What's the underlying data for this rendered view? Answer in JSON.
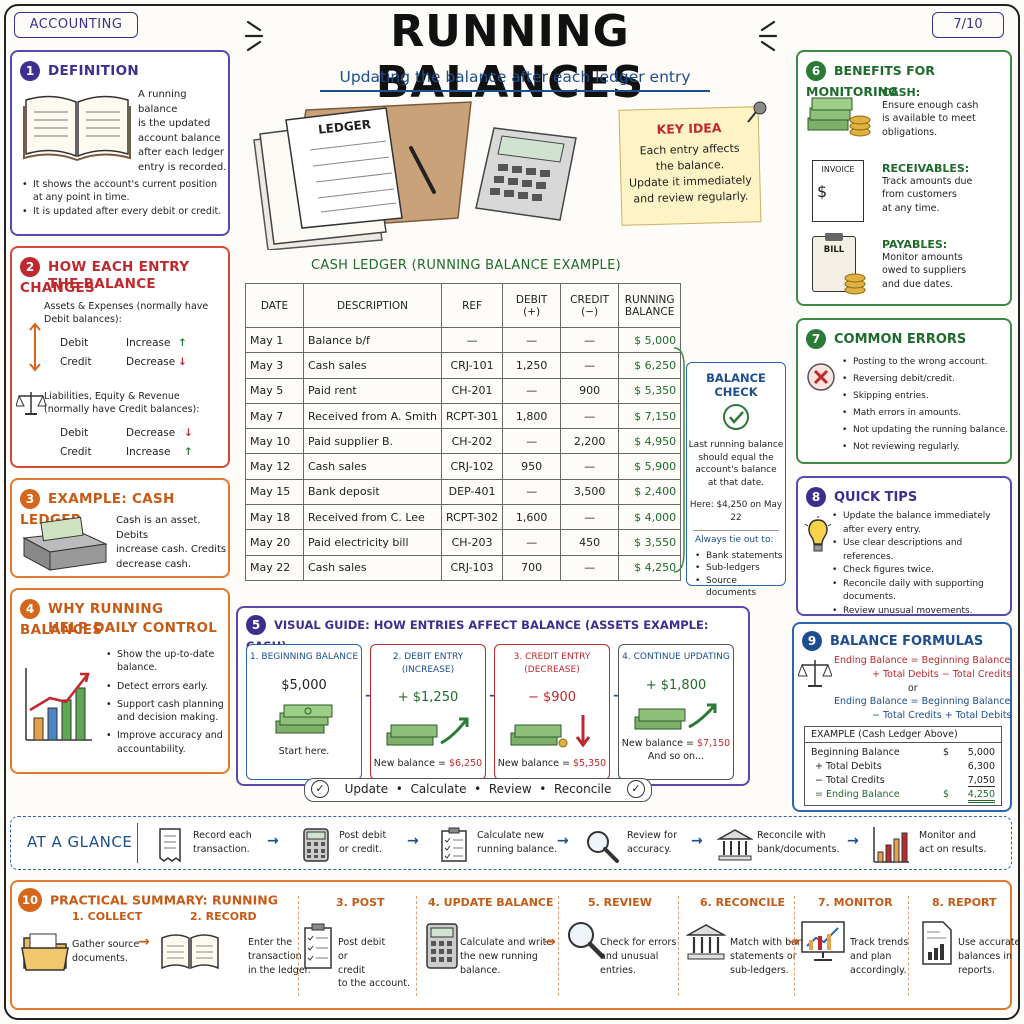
{
  "header": {
    "category": "ACCOUNTING",
    "page": "7/10",
    "title": "RUNNING BALANCES",
    "subtitle": "Updating the balance after each ledger entry"
  },
  "key_idea": {
    "title": "KEY IDEA",
    "lines": [
      "Each entry affects",
      "the balance.",
      "Update it immediately",
      "and review regularly."
    ]
  },
  "illustration": {
    "ledger_label": "LEDGER"
  },
  "sections": {
    "definition": {
      "num": "1",
      "title": "DEFINITION",
      "text": [
        "A running balance",
        "is the updated",
        "account balance",
        "after each ledger",
        "entry is recorded."
      ],
      "bullets": [
        "It shows the account's current position at any point in time.",
        "It is updated after every debit or credit."
      ]
    },
    "changes": {
      "num": "2",
      "title_line1": "HOW EACH ENTRY CHANGES",
      "title_line2": "THE BALANCE",
      "assets_head": "Assets & Expenses (normally have Debit balances):",
      "assets_rows": [
        {
          "label": "Debit",
          "effect": "Increase"
        },
        {
          "label": "Credit",
          "effect": "Decrease"
        }
      ],
      "liab_head": "Liabilities, Equity & Revenue (normally have Credit balances):",
      "liab_rows": [
        {
          "label": "Debit",
          "effect": "Decrease"
        },
        {
          "label": "Credit",
          "effect": "Increase"
        }
      ]
    },
    "example": {
      "num": "3",
      "title": "EXAMPLE: CASH LEDGER",
      "text": [
        "Cash is an asset. Debits",
        "increase cash. Credits",
        "decrease cash."
      ]
    },
    "why": {
      "num": "4",
      "title_line1": "WHY RUNNING BALANCES",
      "title_line2": "HELP DAILY CONTROL",
      "bullets": [
        "Show the up-to-date balance.",
        "Detect errors early.",
        "Support cash planning and decision making.",
        "Improve accuracy and accountability."
      ]
    },
    "visual": {
      "num": "5",
      "title": "VISUAL GUIDE: HOW ENTRIES AFFECT BALANCE (ASSETS EXAMPLE: CASH)",
      "steps": [
        {
          "title": "1. BEGINNING BALANCE",
          "amount": "$5,000",
          "note": "Start here.",
          "note2": ""
        },
        {
          "title": "2. DEBIT ENTRY (INCREASE)",
          "amount": "+ $1,250",
          "note": "New balance = ",
          "note_value": "$6,250",
          "note2": ""
        },
        {
          "title": "3. CREDIT ENTRY (DECREASE)",
          "amount": "− $900",
          "note": "New balance = ",
          "note_value": "$5,350",
          "note2": ""
        },
        {
          "title": "4. CONTINUE UPDATING",
          "amount": "+ $1,800",
          "note": "New balance = ",
          "note_value": "$7,150",
          "note2": "And so on..."
        }
      ],
      "footer": [
        "Update",
        "Calculate",
        "Review",
        "Reconcile"
      ]
    },
    "benefits": {
      "num": "6",
      "title": "BENEFITS FOR MONITORING",
      "items": [
        {
          "head": "CASH:",
          "text": [
            "Ensure enough cash",
            "is available to meet",
            "obligations."
          ],
          "icon": "cash-icon"
        },
        {
          "head": "RECEIVABLES:",
          "text": [
            "Track amounts due",
            "from customers",
            "at any time."
          ],
          "icon": "invoice-icon",
          "icon_label": "INVOICE"
        },
        {
          "head": "PAYABLES:",
          "text": [
            "Monitor amounts",
            "owed to suppliers",
            "and due dates."
          ],
          "icon": "bill-icon",
          "icon_label": "BILL"
        }
      ]
    },
    "errors": {
      "num": "7",
      "title": "COMMON ERRORS",
      "bullets": [
        "Posting to the wrong account.",
        "Reversing debit/credit.",
        "Skipping entries.",
        "Math errors in amounts.",
        "Not updating the running balance.",
        "Not reviewing regularly."
      ]
    },
    "tips": {
      "num": "8",
      "title": "QUICK TIPS",
      "bullets": [
        "Update the balance immediately after every entry.",
        "Use clear descriptions and references.",
        "Check figures twice.",
        "Reconcile daily with supporting documents.",
        "Review unusual movements."
      ]
    },
    "formulas": {
      "num": "9",
      "title": "BALANCE FORMULAS",
      "f1_a": "Ending Balance = Beginning Balance",
      "f1_b": "+ Total Debits − Total Credits",
      "or": "or",
      "f2_a": "Ending Balance = Beginning Balance",
      "f2_b": "− Total Credits + Total Debits",
      "example_title": "EXAMPLE (Cash Ledger Above)",
      "example_rows": [
        {
          "label": "Beginning Balance",
          "cur": "$",
          "value": "5,000"
        },
        {
          "label": "+ Total Debits",
          "cur": "",
          "value": "6,300"
        },
        {
          "label": "− Total Credits",
          "cur": "",
          "value": "7,050"
        },
        {
          "label": "= Ending Balance",
          "cur": "$",
          "value": "4,250"
        }
      ]
    },
    "summary": {
      "num": "10",
      "title": "PRACTICAL SUMMARY: RUNNING",
      "steps": [
        {
          "title": "1. COLLECT",
          "text": [
            "Gather source",
            "documents."
          ]
        },
        {
          "title": "2. RECORD",
          "text": [
            "Enter the",
            "transaction",
            "in the ledger."
          ]
        },
        {
          "title": "3. POST",
          "text": [
            "Post debit",
            "or",
            "credit",
            "to the account."
          ]
        },
        {
          "title": "4. UPDATE BALANCE",
          "text": [
            "Calculate and write",
            "the new running",
            "balance."
          ]
        },
        {
          "title": "5. REVIEW",
          "text": [
            "Check for errors",
            "and unusual",
            "entries."
          ]
        },
        {
          "title": "6. RECONCILE",
          "text": [
            "Match with bank",
            "statements or",
            "sub-ledgers."
          ]
        },
        {
          "title": "7. MONITOR",
          "text": [
            "Track trends",
            "and plan",
            "accordingly."
          ]
        },
        {
          "title": "8. REPORT",
          "text": [
            "Use accurate",
            "balances in",
            "reports."
          ]
        }
      ]
    }
  },
  "ledger": {
    "title": "CASH LEDGER (RUNNING BALANCE EXAMPLE)",
    "headers": [
      "DATE",
      "DESCRIPTION",
      "REF",
      "DEBIT (+)",
      "CREDIT (−)",
      "RUNNING BALANCE"
    ],
    "rows": [
      {
        "date": "May 1",
        "desc": "Balance b/f",
        "ref": "—",
        "debit": "—",
        "credit": "—",
        "balance": "$ 5,000"
      },
      {
        "date": "May 3",
        "desc": "Cash sales",
        "ref": "CRJ-101",
        "debit": "1,250",
        "credit": "—",
        "balance": "$ 6,250"
      },
      {
        "date": "May 5",
        "desc": "Paid rent",
        "ref": "CH-201",
        "debit": "—",
        "credit": "900",
        "balance": "$ 5,350"
      },
      {
        "date": "May 7",
        "desc": "Received from A. Smith",
        "ref": "RCPT-301",
        "debit": "1,800",
        "credit": "—",
        "balance": "$ 7,150"
      },
      {
        "date": "May 10",
        "desc": "Paid supplier B.",
        "ref": "CH-202",
        "debit": "—",
        "credit": "2,200",
        "balance": "$ 4,950"
      },
      {
        "date": "May 12",
        "desc": "Cash sales",
        "ref": "CRJ-102",
        "debit": "950",
        "credit": "—",
        "balance": "$ 5,900"
      },
      {
        "date": "May 15",
        "desc": "Bank deposit",
        "ref": "DEP-401",
        "debit": "—",
        "credit": "3,500",
        "balance": "$ 2,400"
      },
      {
        "date": "May 18",
        "desc": "Received from C. Lee",
        "ref": "RCPT-302",
        "debit": "1,600",
        "credit": "—",
        "balance": "$ 4,000"
      },
      {
        "date": "May 20",
        "desc": "Paid electricity bill",
        "ref": "CH-203",
        "debit": "—",
        "credit": "450",
        "balance": "$ 3,550"
      },
      {
        "date": "May 22",
        "desc": "Cash sales",
        "ref": "CRJ-103",
        "debit": "700",
        "credit": "—",
        "balance": "$ 4,250"
      }
    ]
  },
  "balance_check": {
    "title": "BALANCE CHECK",
    "text": [
      "Last running balance",
      "should equal the",
      "account's balance",
      "at that date."
    ],
    "here": "Here: $4,250 on May 22",
    "tie_head": "Always tie out to:",
    "tie_items": [
      "Bank statements",
      "Sub-ledgers",
      "Source documents"
    ]
  },
  "glance": {
    "title": "AT A GLANCE",
    "items": [
      {
        "text": [
          "Record each",
          "transaction."
        ]
      },
      {
        "text": [
          "Post debit",
          "or credit."
        ]
      },
      {
        "text": [
          "Calculate new",
          "running balance."
        ]
      },
      {
        "text": [
          "Review for",
          "accuracy."
        ]
      },
      {
        "text": [
          "Reconcile with",
          "bank/documents."
        ]
      },
      {
        "text": [
          "Monitor and",
          "act on results."
        ]
      }
    ]
  },
  "colors": {
    "purple": "#3d2f8f",
    "red": "#c0282d",
    "orange": "#d5661c",
    "green": "#2b7a35",
    "blue": "#1d4e8f",
    "sticky": "#fdf3c4"
  }
}
